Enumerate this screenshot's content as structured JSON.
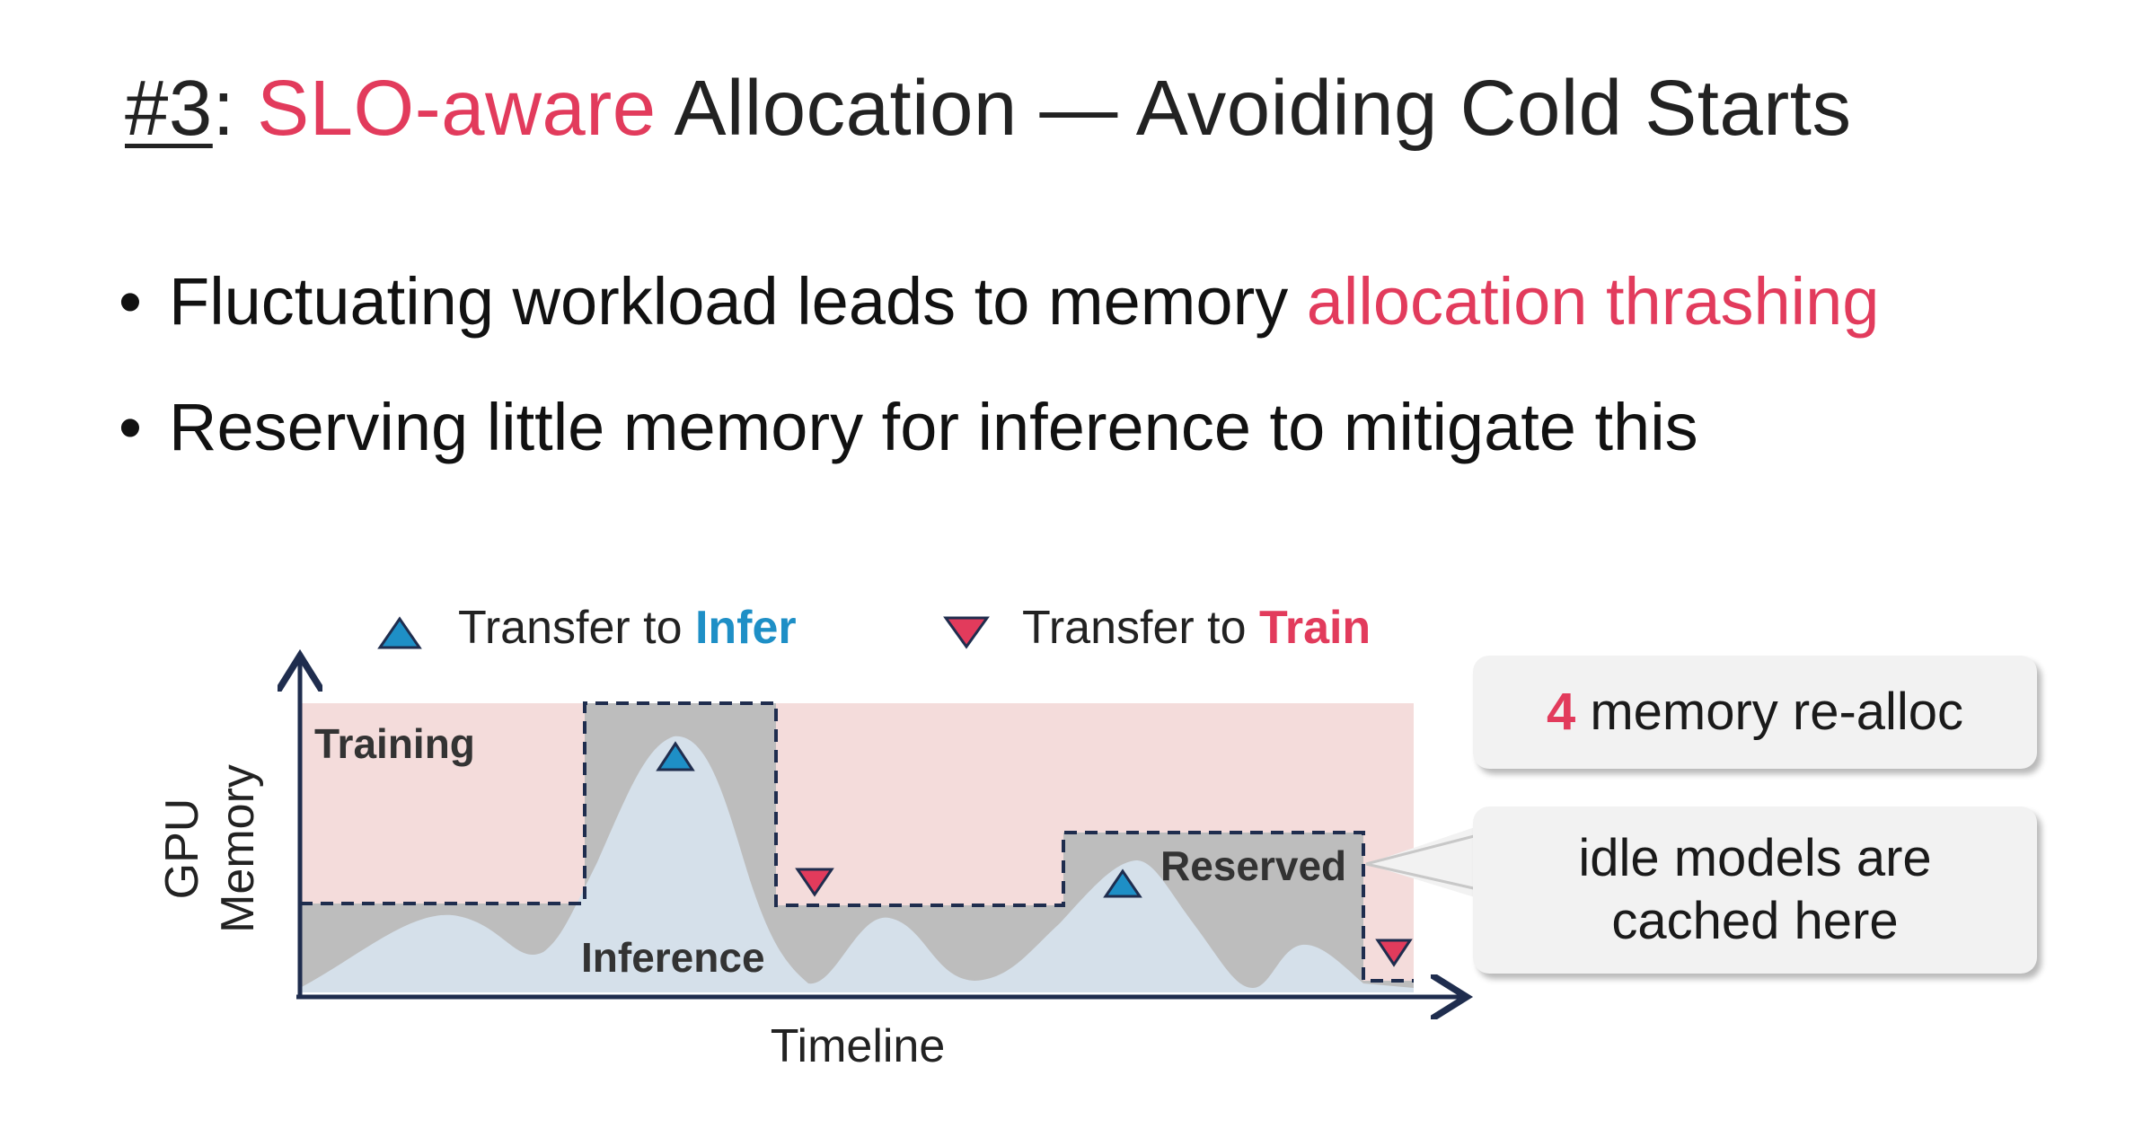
{
  "title": {
    "number": "#3",
    "separator": ":",
    "highlight": "SLO-aware",
    "rest": "Allocation — Avoiding Cold Starts"
  },
  "bullets": [
    {
      "text": "Fluctuating workload leads to memory ",
      "highlight": "allocation thrashing"
    },
    {
      "text": "Reserving little memory for inference to mitigate this",
      "highlight": ""
    }
  ],
  "legend": {
    "infer_prefix": "Transfer to ",
    "infer_word": "Infer",
    "train_prefix": "Transfer to ",
    "train_word": "Train"
  },
  "diagram": {
    "y_axis_line1": "GPU",
    "y_axis_line2": "Memory",
    "x_axis": "Timeline",
    "label_training": "Training",
    "label_reserved": "Reserved",
    "label_inference": "Inference"
  },
  "callouts": {
    "realloc_count": "4",
    "realloc_text": " memory re-alloc",
    "idle_line1": "idle models are",
    "idle_line2": "cached here"
  },
  "colors": {
    "accent_red": "#e23b5c",
    "accent_blue": "#1e8fc6",
    "training_bg": "#f4dcdb",
    "reserved_fill": "#bdbdbd",
    "inference_fill": "#d5e0ea",
    "axis_navy": "#1f2d4e"
  },
  "icons": {
    "infer_marker": "triangle-up-icon",
    "train_marker": "triangle-down-icon"
  }
}
